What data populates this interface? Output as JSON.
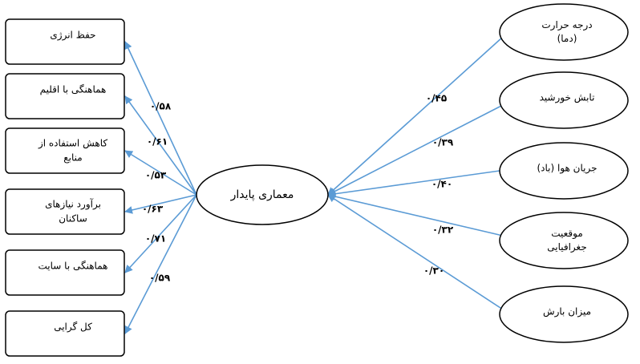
{
  "center": {
    "label": "معماری پایدار"
  },
  "outcomes": [
    {
      "lines": [
        "حفظ انرژی"
      ],
      "coef": "۰/۵۸"
    },
    {
      "lines": [
        "هماهنگی با اقلیم"
      ],
      "coef": "۰/۶۱"
    },
    {
      "lines": [
        "کاهش استفاده از",
        "منابع"
      ],
      "coef": "۰/۵۳"
    },
    {
      "lines": [
        "برآورد نیازهای",
        "ساکنان"
      ],
      "coef": "۰/۶۳"
    },
    {
      "lines": [
        "هماهنگی با سایت"
      ],
      "coef": "۰/۷۱"
    },
    {
      "lines": [
        "کل گرایی"
      ],
      "coef": "۰/۵۹"
    }
  ],
  "factors": [
    {
      "lines": [
        "درجه حرارت",
        "(دما)"
      ],
      "coef": "۰/۴۵"
    },
    {
      "lines": [
        "تابش خورشید"
      ],
      "coef": "۰/۳۹"
    },
    {
      "lines": [
        "جریان هوا (باد)"
      ],
      "coef": "۰/۴۰"
    },
    {
      "lines": [
        "موقعیت",
        "جغرافیایی"
      ],
      "coef": "۰/۳۲"
    },
    {
      "lines": [
        "میزان بارش"
      ],
      "coef": "۰/۳۰"
    }
  ],
  "colors": {
    "arrow": "#5b9bd5",
    "stroke": "#000000"
  }
}
